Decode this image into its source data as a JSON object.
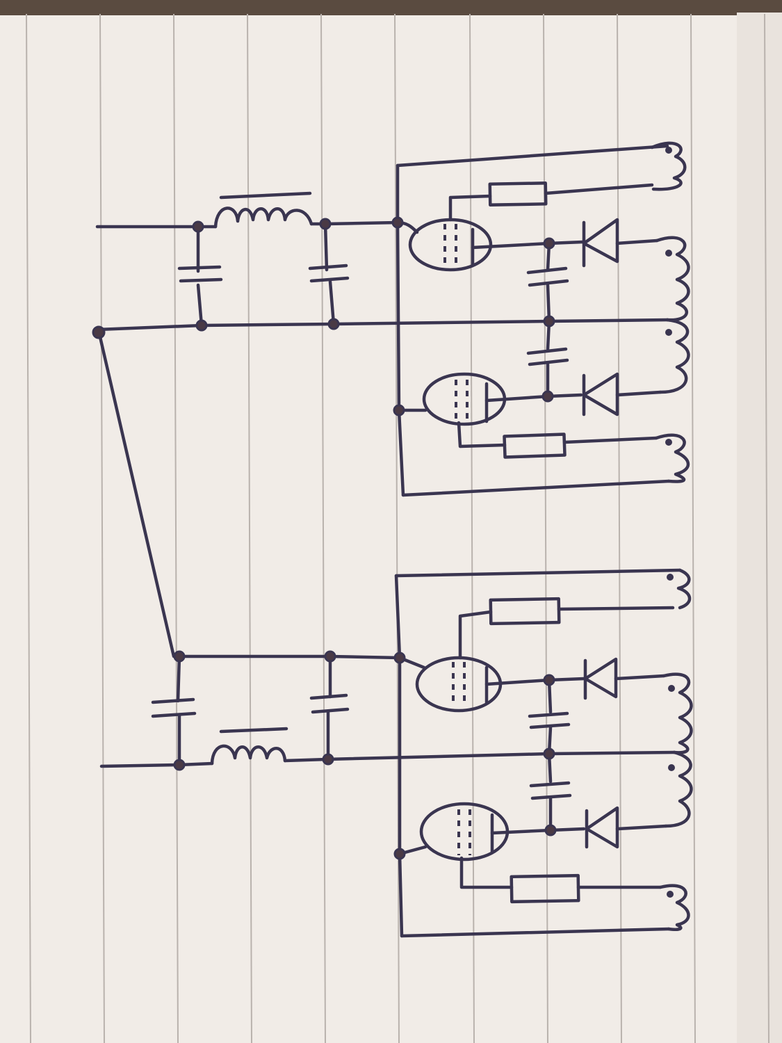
{
  "diagram": {
    "kind": "hand-drawn schematic on ruled paper",
    "colors": {
      "paper": "#f1ece7",
      "paper_shadow": "#e4ddd6",
      "ink": "#3a3550",
      "rule": "#b9b2ad",
      "background": "#5a4b40"
    },
    "stages": [
      {
        "id": "upper",
        "filter": "pi-filter",
        "tubes": 2,
        "diodes": 2,
        "resistors": 2,
        "coils": 4
      },
      {
        "id": "lower",
        "filter": "pi-filter",
        "tubes": 2,
        "diodes": 2,
        "resistors": 2,
        "coils": 4
      }
    ],
    "components": {
      "capacitors": 8,
      "inductors": 2,
      "tubes": 4,
      "diodes": 4,
      "resistors": 4,
      "coils": 8
    }
  }
}
